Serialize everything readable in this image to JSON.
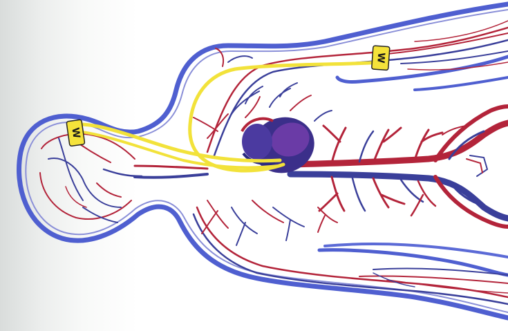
{
  "illustration": {
    "subject": "human-circulatory-system",
    "colors": {
      "body_outline": "#4f5fd0",
      "artery": "#b3243a",
      "vein": "#3a3f9a",
      "heart": "#3b2f8a",
      "sensor_wire": "#f2e23a",
      "sensor_box": "#f5e33a"
    },
    "sensors": [
      {
        "label": "W",
        "location": "head"
      },
      {
        "label": "W",
        "location": "arm"
      }
    ]
  }
}
